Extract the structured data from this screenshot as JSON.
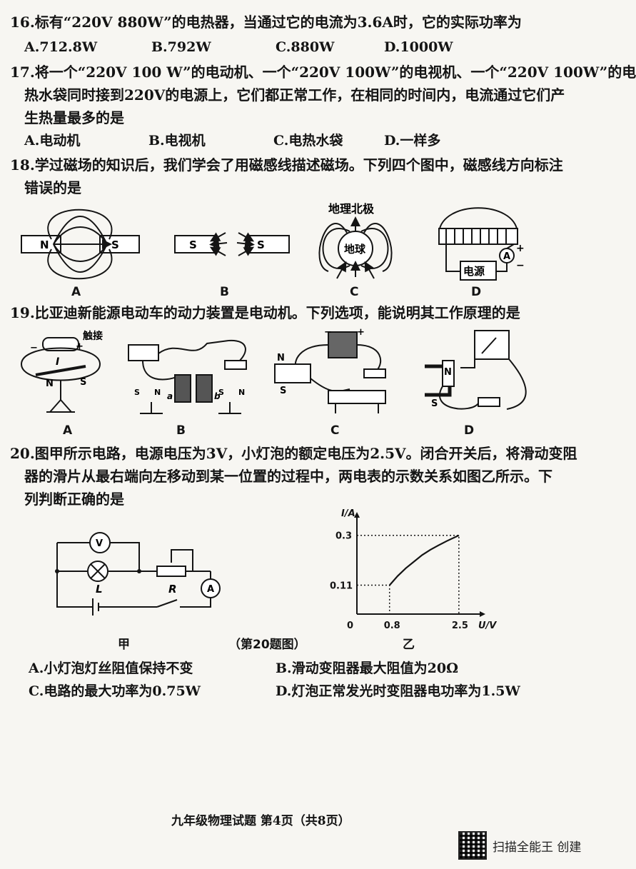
{
  "q16": {
    "stem": "16.标有“220V 880W”的电热器，当通过它的电流为3.6A时，它的实际功率为",
    "options": [
      "A.712.8W",
      "B.792W",
      "C.880W",
      "D.1000W"
    ]
  },
  "q17": {
    "stem_lines": [
      "17.将一个“220V 100 W”的电动机、一个“220V 100W”的电视机、一个“220V 100W”的电",
      "热水袋同时接到220V的电源上，它们都正常工作，在相同的时间内，电流通过它们产",
      "生热量最多的是"
    ],
    "options": [
      "A.电动机",
      "B.电视机",
      "C.电热水袋",
      "D.一样多"
    ]
  },
  "q18": {
    "stem_lines": [
      "18.学过磁场的知识后，我们学会了用磁感线描述磁场。下列四个图中，磁感线方向标注",
      "错误的是"
    ],
    "fig_labels": {
      "north": "N",
      "south": "S",
      "geo_north": "地理北极",
      "earth": "地球",
      "power": "电源",
      "ammeter": "A",
      "plus": "+",
      "minus": "−"
    },
    "captions": [
      "A",
      "B",
      "C",
      "D"
    ]
  },
  "q19": {
    "stem": "19.比亚迪新能源电动车的动力装置是电动机。下列选项，能说明其工作原理的是",
    "fig_labels": {
      "touch": "触接",
      "current": "I",
      "a": "a",
      "b": "b",
      "plus": "+",
      "minus": "−",
      "north": "N",
      "south": "S"
    },
    "captions": [
      "A",
      "B",
      "C",
      "D"
    ]
  },
  "q20": {
    "stem_lines": [
      "20.图甲所示电路，电源电压为3V，小灯泡的额定电压为2.5V。闭合开关后，将滑动变阻",
      "器的滑片从最右端向左移动到某一位置的过程中，两电表的示数关系如图乙所示。下",
      "列判断正确的是"
    ],
    "circuit_labels": {
      "voltmeter": "V",
      "ammeter": "A",
      "lamp": "L",
      "rheostat": "R"
    },
    "fig_caption_left": "甲",
    "fig_caption_mid": "（第20题图）",
    "fig_caption_right": "乙",
    "options": [
      "A.小灯泡灯丝阻值保持不变",
      "B.滑动变阻器最大阻值为20Ω",
      "C.电路的最大功率为0.75W",
      "D.灯泡正常发光时变阻器电功率为1.5W"
    ]
  },
  "chart_data": {
    "type": "line",
    "title": "",
    "xlabel": "U/V",
    "ylabel": "I/A",
    "origin_label": "0",
    "x_ticks": [
      "0.8",
      "2.5"
    ],
    "y_ticks": [
      "0.11",
      "0.3"
    ],
    "series": [
      {
        "x": [
          0.8,
          1.0,
          1.2,
          1.4,
          1.6,
          1.8,
          2.0,
          2.2,
          2.5
        ],
        "y": [
          0.11,
          0.145,
          0.175,
          0.2,
          0.225,
          0.245,
          0.262,
          0.278,
          0.3
        ]
      }
    ],
    "xlim": [
      0,
      2.8
    ],
    "ylim": [
      0,
      0.34
    ],
    "guides": "dotted"
  },
  "footer": "九年级物理试题 第4页（共8页）",
  "stamp": "扫描全能王 创建"
}
